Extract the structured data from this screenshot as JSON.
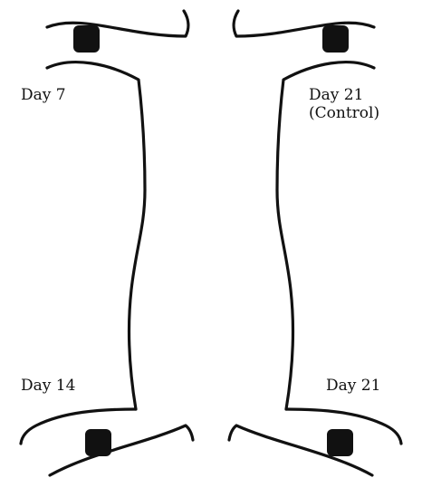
{
  "labels": {
    "top_left": "Day 7",
    "top_right_line1": "Day 21",
    "top_right_line2": "(Control)",
    "bottom_left": "Day 14",
    "bottom_right": "Day 21"
  },
  "colors": {
    "outline": "#111111",
    "mark": "#111111",
    "background": "#ffffff"
  }
}
